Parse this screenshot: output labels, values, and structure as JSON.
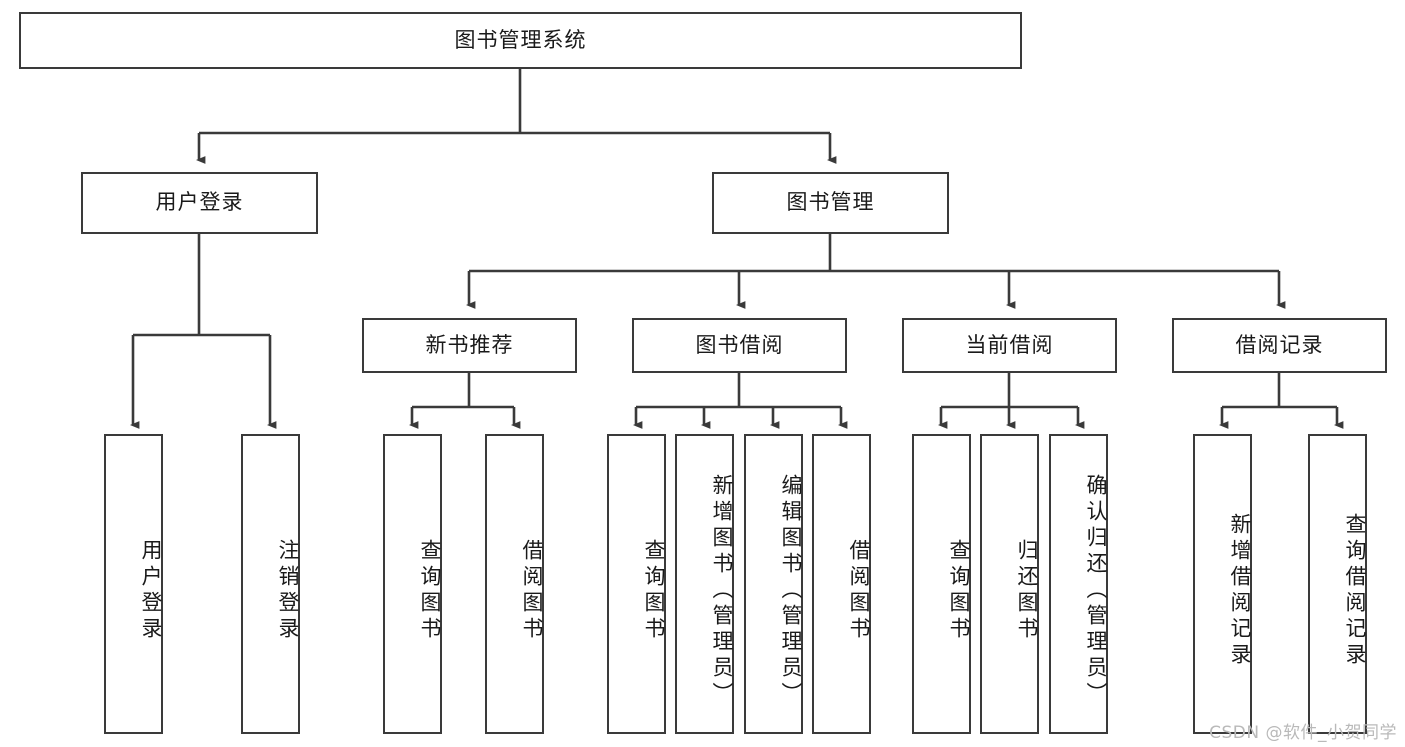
{
  "diagram": {
    "title": "图书管理系统",
    "type": "hierarchy-tree",
    "watermark": "CSDN @软件_小贺同学",
    "colors": {
      "stroke": "#3a3a3a",
      "box_fill": "#ffffff",
      "text": "#1a1a1a",
      "watermark": "#b9b9b9",
      "background": "#ffffff"
    },
    "root": {
      "label": "图书管理系统"
    },
    "level2": [
      {
        "label": "用户登录"
      },
      {
        "label": "图书管理"
      }
    ],
    "level3": [
      {
        "label": "新书推荐"
      },
      {
        "label": "图书借阅"
      },
      {
        "label": "当前借阅"
      },
      {
        "label": "借阅记录"
      }
    ],
    "leaves": {
      "user_login": [
        {
          "label": "用户登录"
        },
        {
          "label": "注销登录"
        }
      ],
      "new_book_recommend": [
        {
          "label": "查询图书"
        },
        {
          "label": "借阅图书"
        }
      ],
      "book_borrow": [
        {
          "label": "查询图书"
        },
        {
          "label": "新增图书（管理员）"
        },
        {
          "label": "编辑图书（管理员）"
        },
        {
          "label": "借阅图书"
        }
      ],
      "current_borrow": [
        {
          "label": "查询图书"
        },
        {
          "label": "归还图书"
        },
        {
          "label": "确认归还（管理员）"
        }
      ],
      "borrow_record": [
        {
          "label": "新增借阅记录"
        },
        {
          "label": "查询借阅记录"
        }
      ]
    }
  }
}
